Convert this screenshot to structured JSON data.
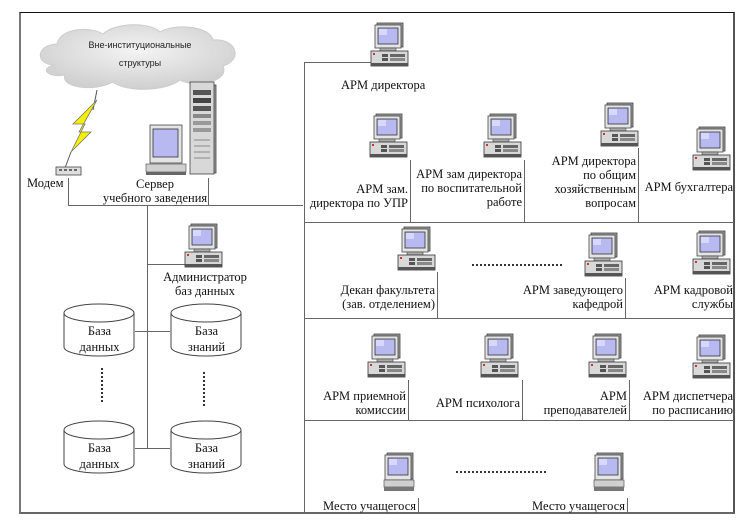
{
  "diagram": {
    "cloud": {
      "label_line1": "Вне-институциональные",
      "label_line2": "структуры"
    },
    "modem": {
      "label": "Модем"
    },
    "server": {
      "label_line1": "Сервер",
      "label_line2": "учебного заведения"
    },
    "db_admin": {
      "label_line1": "Администратор",
      "label_line2": "баз данных"
    },
    "databases": [
      {
        "line1": "База",
        "line2": "данных"
      },
      {
        "line1": "База",
        "line2": "знаний"
      },
      {
        "line1": "База",
        "line2": "данных"
      },
      {
        "line1": "База",
        "line2": "знаний"
      }
    ],
    "director": {
      "label": "АРМ директора"
    },
    "row1": [
      {
        "line1": "АРМ зам.",
        "line2": "директора по УПР"
      },
      {
        "line1": "АРМ зам директора",
        "line2": "по воспитательной",
        "line3": "работе"
      },
      {
        "line1": "АРМ директора",
        "line2": "по общим",
        "line3": "хозяйственным",
        "line4": "вопросам"
      },
      {
        "line1": "АРМ бухгалтера"
      }
    ],
    "row2": [
      {
        "line1": "Декан факультета",
        "line2": "(зав. отделением)"
      },
      {
        "line1": "АРМ заведующего",
        "line2": "кафедрой"
      },
      {
        "line1": "АРМ кадровой",
        "line2": "службы"
      }
    ],
    "row3": [
      {
        "line1": "АРМ приемной",
        "line2": "комиссии"
      },
      {
        "line1": "АРМ психолога"
      },
      {
        "line1": "АРМ",
        "line2": "преподавателей"
      },
      {
        "line1": "АРМ диспетчера",
        "line2": "по расписанию"
      }
    ],
    "row4": [
      {
        "line1": "Место учащегося"
      },
      {
        "line1": "Место учащегося"
      }
    ],
    "colors": {
      "screen": "#b9b9f2",
      "case": "#d8d8d8",
      "bolt": "#f5f000",
      "cloud": "#e6e6e6",
      "line": "#666666"
    }
  }
}
